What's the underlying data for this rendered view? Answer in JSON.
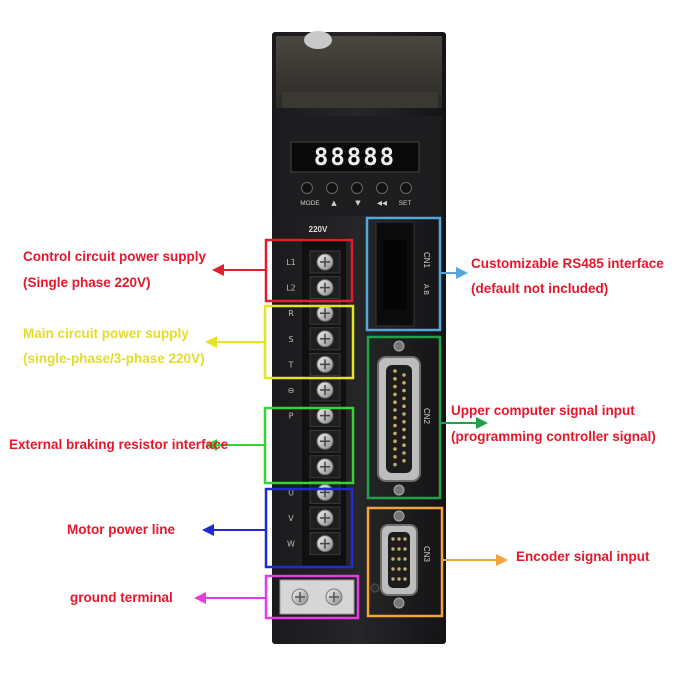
{
  "device": {
    "display": "88888",
    "buttons": [
      "MODE",
      "▲",
      "▼",
      "◀◀",
      "SET"
    ],
    "voltage": "220V",
    "terminals": [
      "L1",
      "L2",
      "R",
      "S",
      "T",
      "⊖",
      "P",
      "",
      "",
      "U",
      "V",
      "W"
    ],
    "cn1": "CN1",
    "cn1_pins": "A B",
    "cn2": "CN2",
    "cn3": "CN3"
  },
  "callouts": {
    "control_power": {
      "line1": "Control circuit power supply",
      "line2": "(Single phase 220V)",
      "color": "#e01e2e"
    },
    "main_power": {
      "line1": "Main circuit power supply",
      "line2": "(single-phase/3-phase 220V)",
      "color": "#e6e322"
    },
    "braking": {
      "line1": "External braking resistor interface",
      "color": "#35d335"
    },
    "motor": {
      "line1": "Motor power line",
      "color": "#1f2bd0"
    },
    "ground": {
      "line1": "ground terminal",
      "color": "#e43be4"
    },
    "rs485": {
      "line1": "Customizable RS485 interface",
      "line2": "(default not included)",
      "color": "#56a7d9"
    },
    "upper": {
      "line1": "Upper computer signal input",
      "line2": "(programming controller signal)",
      "color": "#21a04a"
    },
    "encoder": {
      "line1": "Encoder signal input",
      "color": "#f0a43a"
    }
  }
}
